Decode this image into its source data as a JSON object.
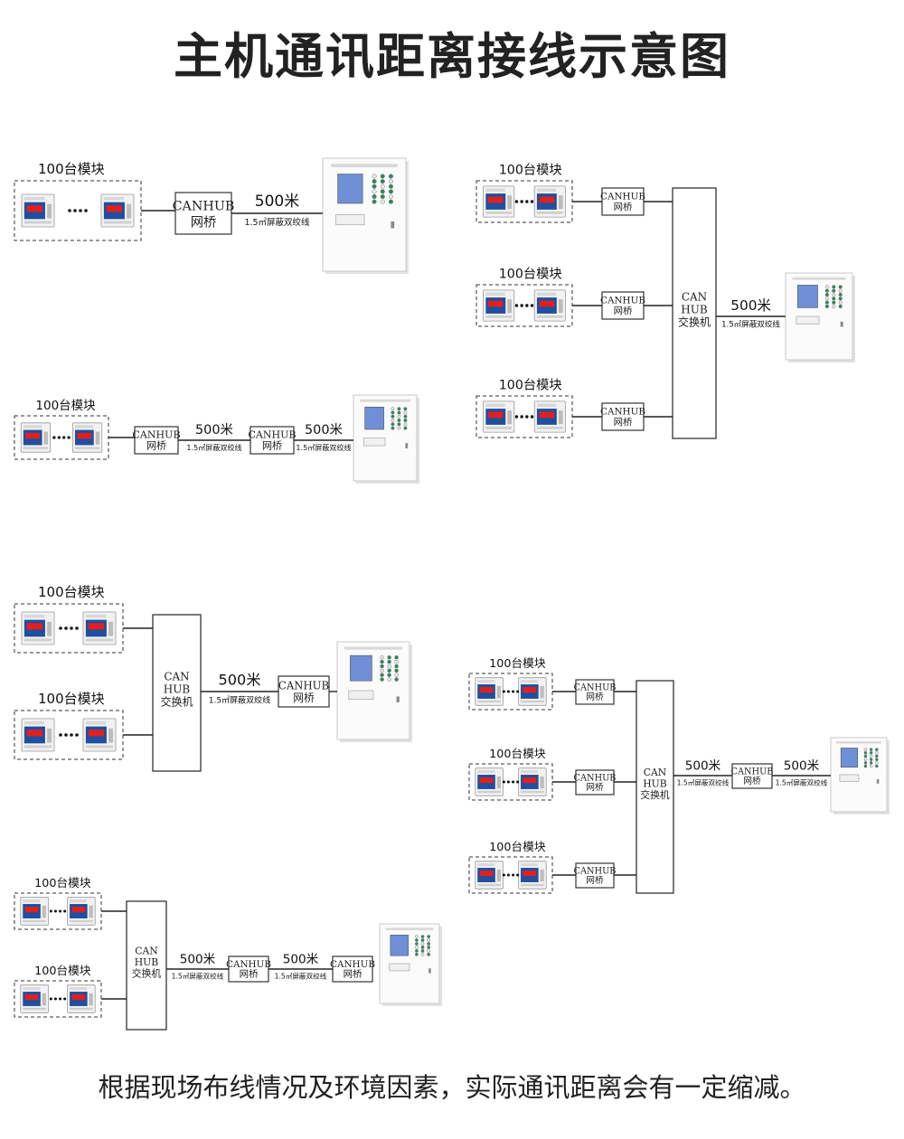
{
  "title": "主机通讯距离接线示意图",
  "footer": "根据现场布线情况及环境因素，实际通讯距离会有一定缩减。",
  "labels": {
    "modules": "100台模块",
    "distance": "500米",
    "cable": "1.5㎡屏蔽双绞线",
    "canhub_l1": "CANHUB",
    "canhub_l2": "网桥",
    "switch_l1": "CAN",
    "switch_l2": "HUB",
    "switch_l3": "交换机"
  },
  "colors": {
    "module_screen": "#1f4f9e",
    "module_digits": "#e02020",
    "host_screen": "#6f8fd6",
    "host_button": "#2e8b57",
    "line": "#222222"
  }
}
